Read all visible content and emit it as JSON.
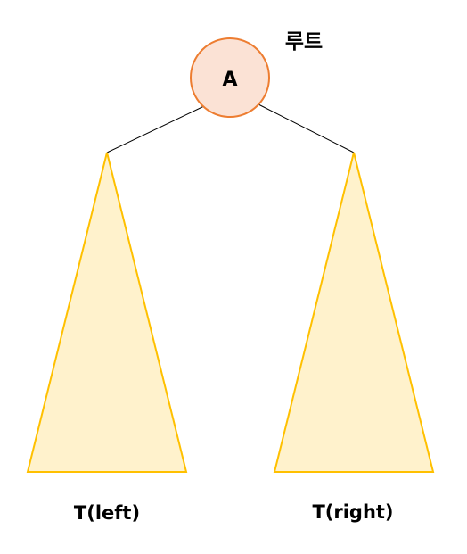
{
  "diagram": {
    "root_caption": "루트",
    "root_node": {
      "label": "A"
    },
    "left_subtree": {
      "label": "T(left)"
    },
    "right_subtree": {
      "label": "T(right)"
    }
  },
  "colors": {
    "node_fill": "#FBE2D5",
    "node_stroke": "#ED7D31",
    "subtree_fill": "#FFF2CC",
    "subtree_stroke": "#FFC000",
    "edge": "#000000",
    "text": "#000000"
  }
}
